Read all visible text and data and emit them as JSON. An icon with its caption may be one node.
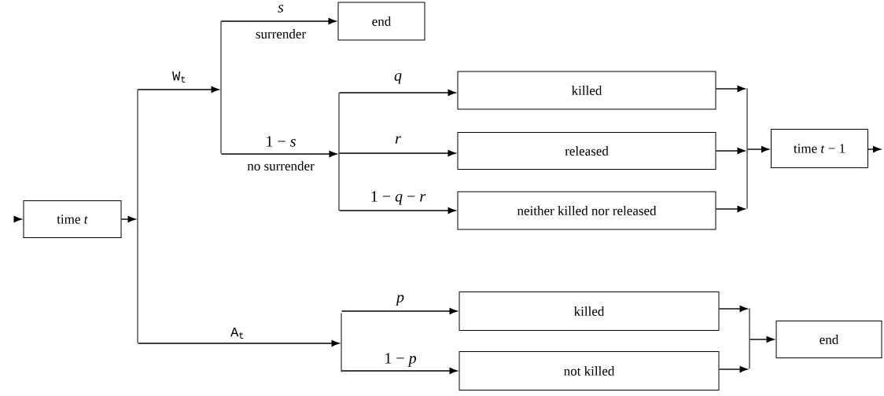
{
  "diagram": {
    "nodes": [
      {
        "text": [
          "time *t*"
        ]
      },
      {
        "text": [],
        "shape": "bar"
      },
      {
        "text": [],
        "shape": "bar"
      },
      {
        "text": [
          "end"
        ]
      },
      {
        "text": [],
        "shape": "bar"
      },
      {
        "text": [
          "killed"
        ]
      },
      {
        "text": [
          "released"
        ]
      },
      {
        "text": [
          "neither killed nor released"
        ]
      },
      {
        "text": [],
        "shape": "bar"
      },
      {
        "text": [
          "time *t* − 1"
        ]
      },
      {
        "text": [],
        "shape": "bar"
      },
      {
        "text": [
          "killed"
        ]
      },
      {
        "text": [
          "not killed"
        ]
      },
      {
        "text": [],
        "shape": "bar"
      },
      {
        "text": [
          "end"
        ]
      }
    ],
    "edges": [
      {
        "from": null,
        "to": 0,
        "arrow": "to"
      },
      {
        "from": 0,
        "to": 1,
        "arrow": "to"
      },
      {
        "from": 1,
        "to": 2,
        "arrow": "to",
        "label": "W$_{t}$"
      },
      {
        "from": 1,
        "to": 10,
        "arrow": "to",
        "label": "A$_{t}$"
      },
      {
        "from": 2,
        "to": 3,
        "arrow": "to",
        "label": "*s*"
      },
      {
        "from": 2,
        "to": 4,
        "arrow": "to",
        "label": "1 − *s*"
      },
      {
        "from": 4,
        "to": 5,
        "arrow": "to",
        "label": "*q*"
      },
      {
        "from": 4,
        "to": 6,
        "arrow": "to",
        "label": "*r*"
      },
      {
        "from": 4,
        "to": 7,
        "arrow": "to",
        "label": "1 − *q* − *r*"
      },
      {
        "from": 5,
        "to": 8,
        "arrow": "to"
      },
      {
        "from": 6,
        "to": 8,
        "arrow": "to"
      },
      {
        "from": 7,
        "to": 8,
        "arrow": "to"
      },
      {
        "from": 8,
        "to": 9,
        "arrow": "to"
      },
      {
        "from": 9,
        "to": null,
        "arrow": "to"
      },
      {
        "from": 10,
        "to": 11,
        "arrow": "to",
        "label": "*p*"
      },
      {
        "from": 10,
        "to": 12,
        "arrow": "to",
        "label": "1 − *p*"
      },
      {
        "from": 11,
        "to": 13,
        "arrow": "to"
      },
      {
        "from": 12,
        "to": 13,
        "arrow": "to"
      },
      {
        "from": 13,
        "to": 14,
        "arrow": "to"
      }
    ],
    "labels": [
      "surrender",
      "no surrender"
    ]
  }
}
